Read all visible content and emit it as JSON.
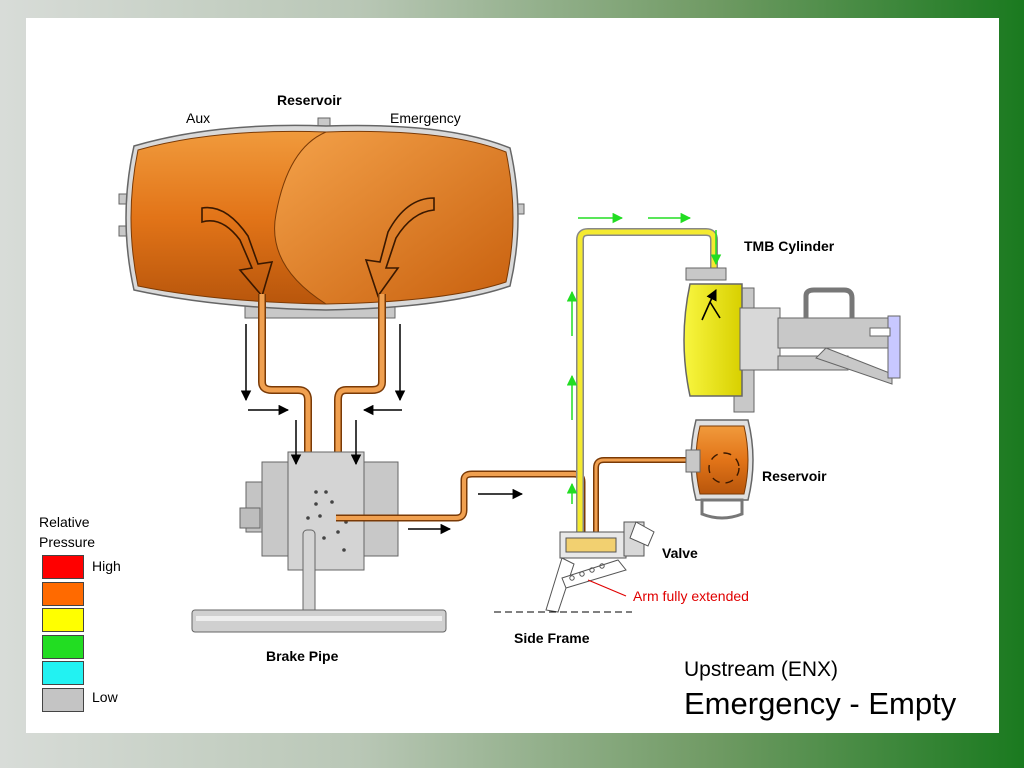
{
  "labels": {
    "reservoir_top": "Reservoir",
    "aux": "Aux",
    "emergency": "Emergency",
    "tmb_cylinder": "TMB Cylinder",
    "reservoir_right": "Reservoir",
    "valve": "Valve",
    "arm_fully_extended": "Arm fully extended",
    "side_frame": "Side Frame",
    "brake_pipe": "Brake Pipe"
  },
  "legend": {
    "title": "Relative Pressure",
    "title_line1": "Relative",
    "title_line2": "Pressure",
    "high_label": "High",
    "low_label": "Low",
    "colors": [
      "#ff0000",
      "#ff6a00",
      "#ffff00",
      "#22dd22",
      "#22f2f2",
      "#c4c4c4"
    ]
  },
  "title": {
    "line1": "Upstream (ENX)",
    "line2": "Emergency - Empty"
  },
  "colors": {
    "reservoir_orange": "#e2761a",
    "pipe_orange": "#e88a30",
    "pipe_yellow": "#f2e21a",
    "cylinder_yellow": "#f4f000",
    "device_gray": "#c4c4c4",
    "arrow_green": "#22dd22",
    "annotation_red": "#e00000"
  }
}
